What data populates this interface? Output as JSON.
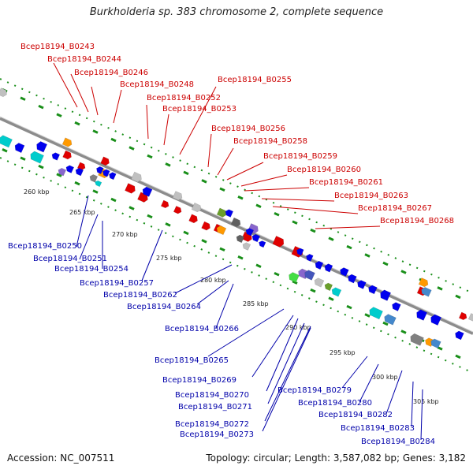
{
  "title": "Burkholderia sp. 383 chromosome 2, complete sequence",
  "footer": {
    "accession": "Accession: NC_007511",
    "summary": "Topology: circular; Length: 3,587,082 bp; Genes: 3,182"
  },
  "kbp_ticks": [
    "260 kbp",
    "265 kbp",
    "270 kbp",
    "275 kbp",
    "280 kbp",
    "285 kbp",
    "290 kbp",
    "295 kbp",
    "300 kbp",
    "305 kbp"
  ],
  "forward_labels": [
    "Bcep18194_B0243",
    "Bcep18194_B0244",
    "Bcep18194_B0246",
    "Bcep18194_B0248",
    "Bcep18194_B0252",
    "Bcep18194_B0253",
    "Bcep18194_B0255",
    "Bcep18194_B0256",
    "Bcep18194_B0258",
    "Bcep18194_B0259",
    "Bcep18194_B0260",
    "Bcep18194_B0261",
    "Bcep18194_B0263",
    "Bcep18194_B0267",
    "Bcep18194_B0268"
  ],
  "reverse_labels": [
    "Bcep18194_B0250",
    "Bcep18194_B0251",
    "Bcep18194_B0254",
    "Bcep18194_B0257",
    "Bcep18194_B0262",
    "Bcep18194_B0264",
    "Bcep18194_B0266",
    "Bcep18194_B0265",
    "Bcep18194_B0269",
    "Bcep18194_B0270",
    "Bcep18194_B0271",
    "Bcep18194_B0272",
    "Bcep18194_B0273",
    "Bcep18194_B0279",
    "Bcep18194_B0280",
    "Bcep18194_B0282",
    "Bcep18194_B0283",
    "Bcep18194_B0284"
  ],
  "colors": {
    "forward_label": "#cc0000",
    "reverse_label": "#0000aa",
    "backbone": "#8c8c8c",
    "ticks": "#1a8f1a"
  }
}
